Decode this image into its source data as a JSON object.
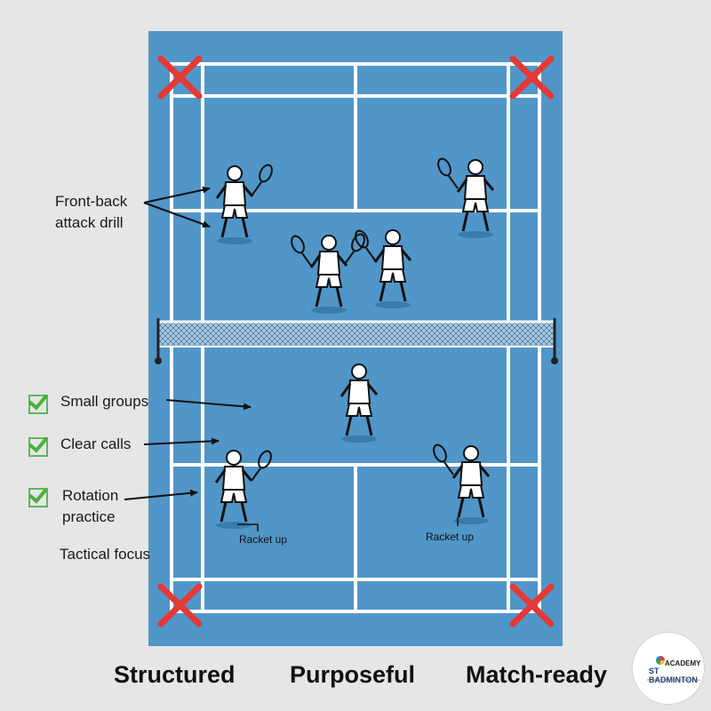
{
  "labels": {
    "front_back": [
      "Front-back",
      "attack drill"
    ],
    "small_groups": "Small groups",
    "clear_calls": "Clear calls",
    "rotation": [
      "Rotation",
      "practice"
    ],
    "tactical_focus": "Tactical focus",
    "racket_up_left": "Racket up",
    "racket_up_right": "Racket up"
  },
  "taglines": [
    "Structured",
    "Purposeful",
    "Match-ready"
  ],
  "logo": {
    "line1": "ACADEMY",
    "line2": "ST BADMINTON",
    "line3": "PREMIUM BADMINTON CLASSES FOR ALL"
  },
  "colors": {
    "background": "#e6e6e6",
    "court": "#5196c8",
    "court_lines": "#ffffff",
    "cross": "#e53935",
    "check": "#4caf3a",
    "text": "#111111"
  },
  "icons": [
    "check-icon",
    "cross-icon",
    "arrow-icon",
    "player-icon",
    "net-icon",
    "logo-icon"
  ]
}
